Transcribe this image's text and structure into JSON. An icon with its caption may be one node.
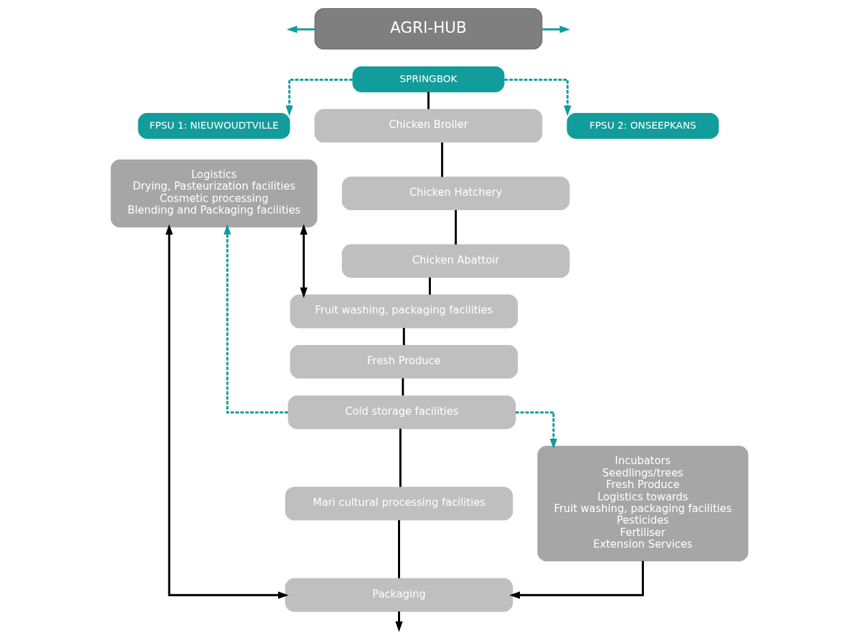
{
  "diagram": {
    "nodes": [
      {
        "text": [
          "AGRI-HUB"
        ]
      },
      {
        "text": [
          "SPRINGBOK"
        ]
      },
      {
        "text": [
          "FPSU 1: NIEUWOUDTVILLE"
        ]
      },
      {
        "text": [
          "Logistics",
          "Drying, Pasteurization facilities",
          "Cosmetic processing",
          "Blending and Packaging facilities"
        ]
      },
      {
        "text": [
          "FPSU 2: ONSEEPKANS"
        ]
      },
      {
        "text": [
          "Incubators",
          "Seedlings/trees",
          "Fresh Produce",
          "Logistics towards",
          "Fruit washing, packaging facilities",
          "Pesticides",
          "Fertiliser",
          "Extension Services"
        ]
      },
      {
        "text": [
          "Chicken Broiler"
        ]
      },
      {
        "text": [
          "Chicken Hatchery"
        ]
      },
      {
        "text": [
          "Chicken Abattoir"
        ]
      },
      {
        "text": [
          "Fruit washing, packaging facilities"
        ]
      },
      {
        "text": [
          "Fresh Produce"
        ]
      },
      {
        "text": [
          "Cold storage facilities"
        ]
      },
      {
        "text": [
          "Mari cultural processing facilities"
        ]
      },
      {
        "text": [
          "Packaging"
        ]
      }
    ],
    "edges": [
      {
        "from": 0,
        "to": null,
        "arrow": "to",
        "color": "#129c9c"
      },
      {
        "from": 0,
        "to": null,
        "arrow": "to",
        "color": "#129c9c"
      },
      {
        "from": 1,
        "to": 2,
        "arrow": "to",
        "style": "dashed",
        "color": "#129c9c"
      },
      {
        "from": 1,
        "to": 4,
        "arrow": "to",
        "style": "dashed",
        "color": "#129c9c"
      },
      {
        "from": 1,
        "to": 6,
        "arrow": "none"
      },
      {
        "from": 6,
        "to": 7,
        "arrow": "none"
      },
      {
        "from": 7,
        "to": 8,
        "arrow": "none"
      },
      {
        "from": 8,
        "to": 9,
        "arrow": "none"
      },
      {
        "from": 9,
        "to": 10,
        "arrow": "none"
      },
      {
        "from": 10,
        "to": 11,
        "arrow": "none"
      },
      {
        "from": 11,
        "to": 12,
        "arrow": "none"
      },
      {
        "from": 12,
        "to": 13,
        "arrow": "none"
      },
      {
        "from": 13,
        "to": null,
        "arrow": "to"
      },
      {
        "from": 3,
        "to": 9,
        "arrow": "both"
      },
      {
        "from": 11,
        "to": 3,
        "arrow": "to",
        "style": "dashed",
        "color": "#129c9c"
      },
      {
        "from": 11,
        "to": 5,
        "arrow": "to",
        "style": "dashed",
        "color": "#129c9c"
      },
      {
        "from": 3,
        "to": 13,
        "arrow": "both"
      },
      {
        "from": 5,
        "to": 13,
        "arrow": "to"
      }
    ]
  }
}
